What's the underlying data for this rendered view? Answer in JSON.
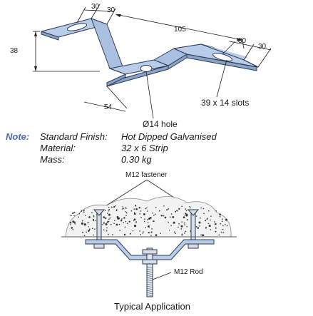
{
  "dimensions": {
    "d30a": "30",
    "d30b": "30",
    "d105": "105",
    "d30c": "30",
    "d30d": "30",
    "d38": "38",
    "d54": "54",
    "slots": "39 x 14 slots",
    "hole": "Ø14 hole"
  },
  "specs": {
    "note_label": "Note:",
    "rows": [
      {
        "label": "Standard Finish:",
        "value": "Hot Dipped Galvanised"
      },
      {
        "label": "Material:",
        "value": "32 x 6 Strip"
      },
      {
        "label": "Mass:",
        "value": "0.30 kg"
      }
    ]
  },
  "application": {
    "fastener_label": "M12 fastener",
    "rod_label": "M12 Rod",
    "caption": "Typical Application"
  },
  "colors": {
    "steel": "#b9cde8",
    "steel_edge": "#2a3a55",
    "note": "#4a6fae"
  }
}
